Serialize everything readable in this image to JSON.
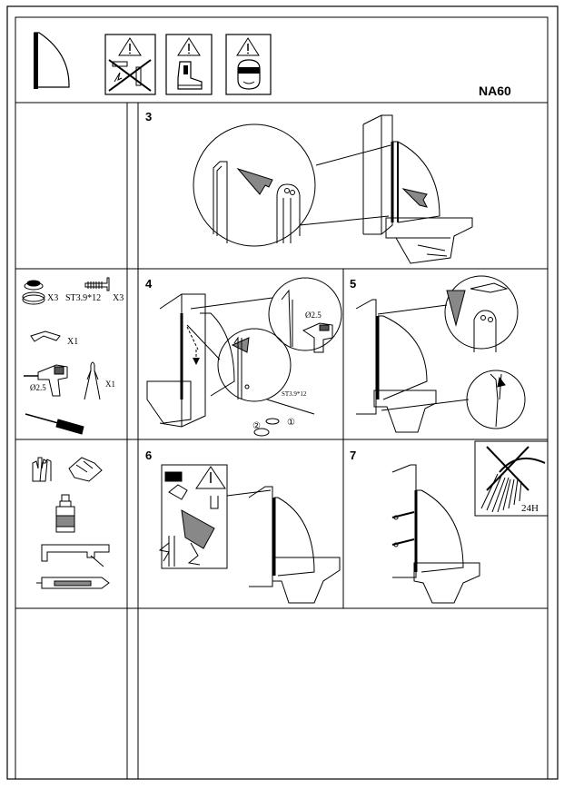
{
  "header": {
    "model_code": "NA60"
  },
  "steps": [
    {
      "number": "3"
    },
    {
      "number": "4"
    },
    {
      "number": "5"
    },
    {
      "number": "6"
    },
    {
      "number": "7"
    }
  ],
  "parts": {
    "ring_qty": "X3",
    "screw_spec": "ST3.9*12",
    "screw_qty": "X3",
    "wedge_qty": "X1",
    "drill_bit": "Ø2.5",
    "clip_qty": "X1"
  },
  "step4_labels": {
    "drill_bit": "Ø2.5",
    "screw_spec": "ST3.9*12",
    "circle_1": "①",
    "circle_2": "②"
  },
  "step7_labels": {
    "cure_time": "24H"
  },
  "icons": {
    "warnings": [
      "warning-no-tools-icon",
      "warning-safety-boots-icon",
      "warning-safety-goggles-icon"
    ],
    "panel": "shower-panel-icon"
  }
}
